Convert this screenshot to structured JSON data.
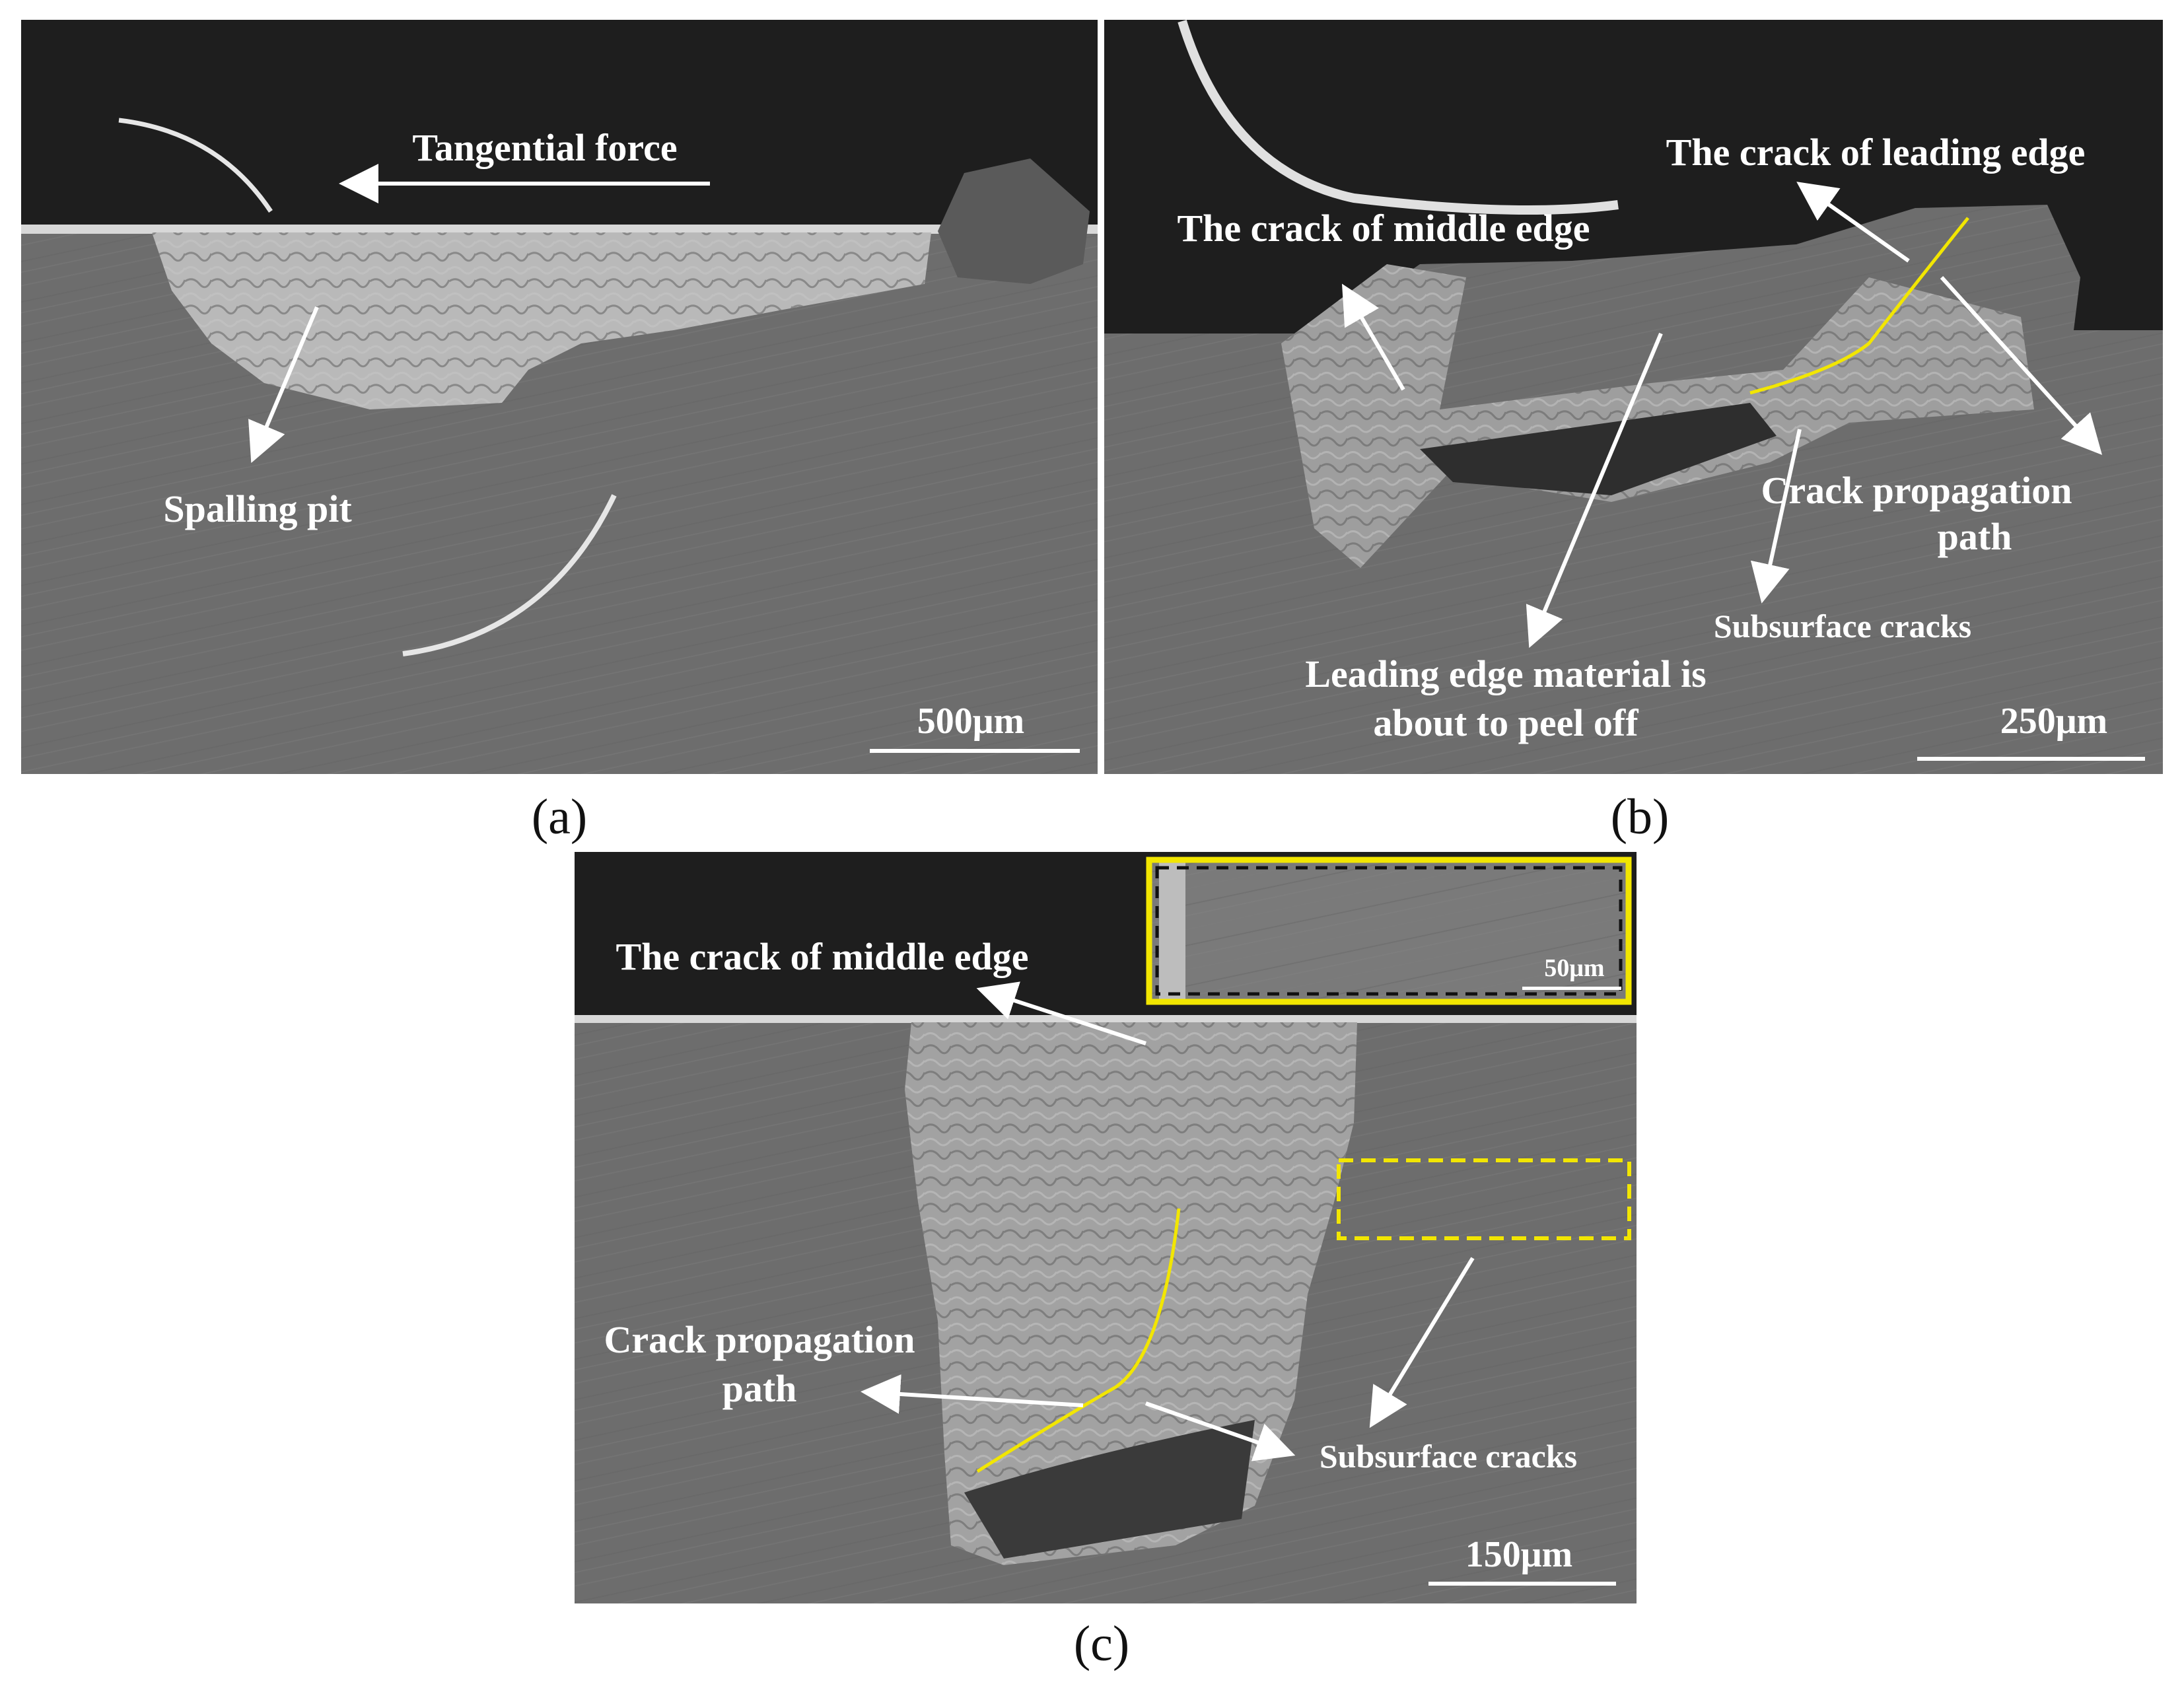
{
  "panels": {
    "a": {
      "caption": "(a)",
      "labels": {
        "tangential_force": "Tangential force",
        "spalling_pit": "Spalling pit"
      },
      "scale_bar": "500μm"
    },
    "b": {
      "caption": "(b)",
      "labels": {
        "crack_leading_edge": "The crack of leading edge",
        "crack_middle_edge": "The crack of middle edge",
        "crack_path_line1": "Crack propagation",
        "crack_path_line2": "path",
        "subsurface_cracks": "Subsurface cracks",
        "leading_material_line1": "Leading edge material is",
        "leading_material_line2": "about to peel off"
      },
      "scale_bar": "250μm"
    },
    "c": {
      "caption": "(c)",
      "labels": {
        "crack_middle_edge": "The crack of middle edge",
        "crack_path_line1": "Crack propagation",
        "crack_path_line2": "path",
        "subsurface_cracks": "Subsurface cracks"
      },
      "scale_bar": "150μm",
      "inset_scale_bar": "50μm"
    }
  },
  "colors": {
    "background": "#ffffff",
    "sem_dark": "#222222",
    "sem_surface": "#6f6f6f",
    "annotation_text": "#ffffff",
    "crack_path_line": "#f2e600",
    "inset_box": "#f2e600"
  }
}
